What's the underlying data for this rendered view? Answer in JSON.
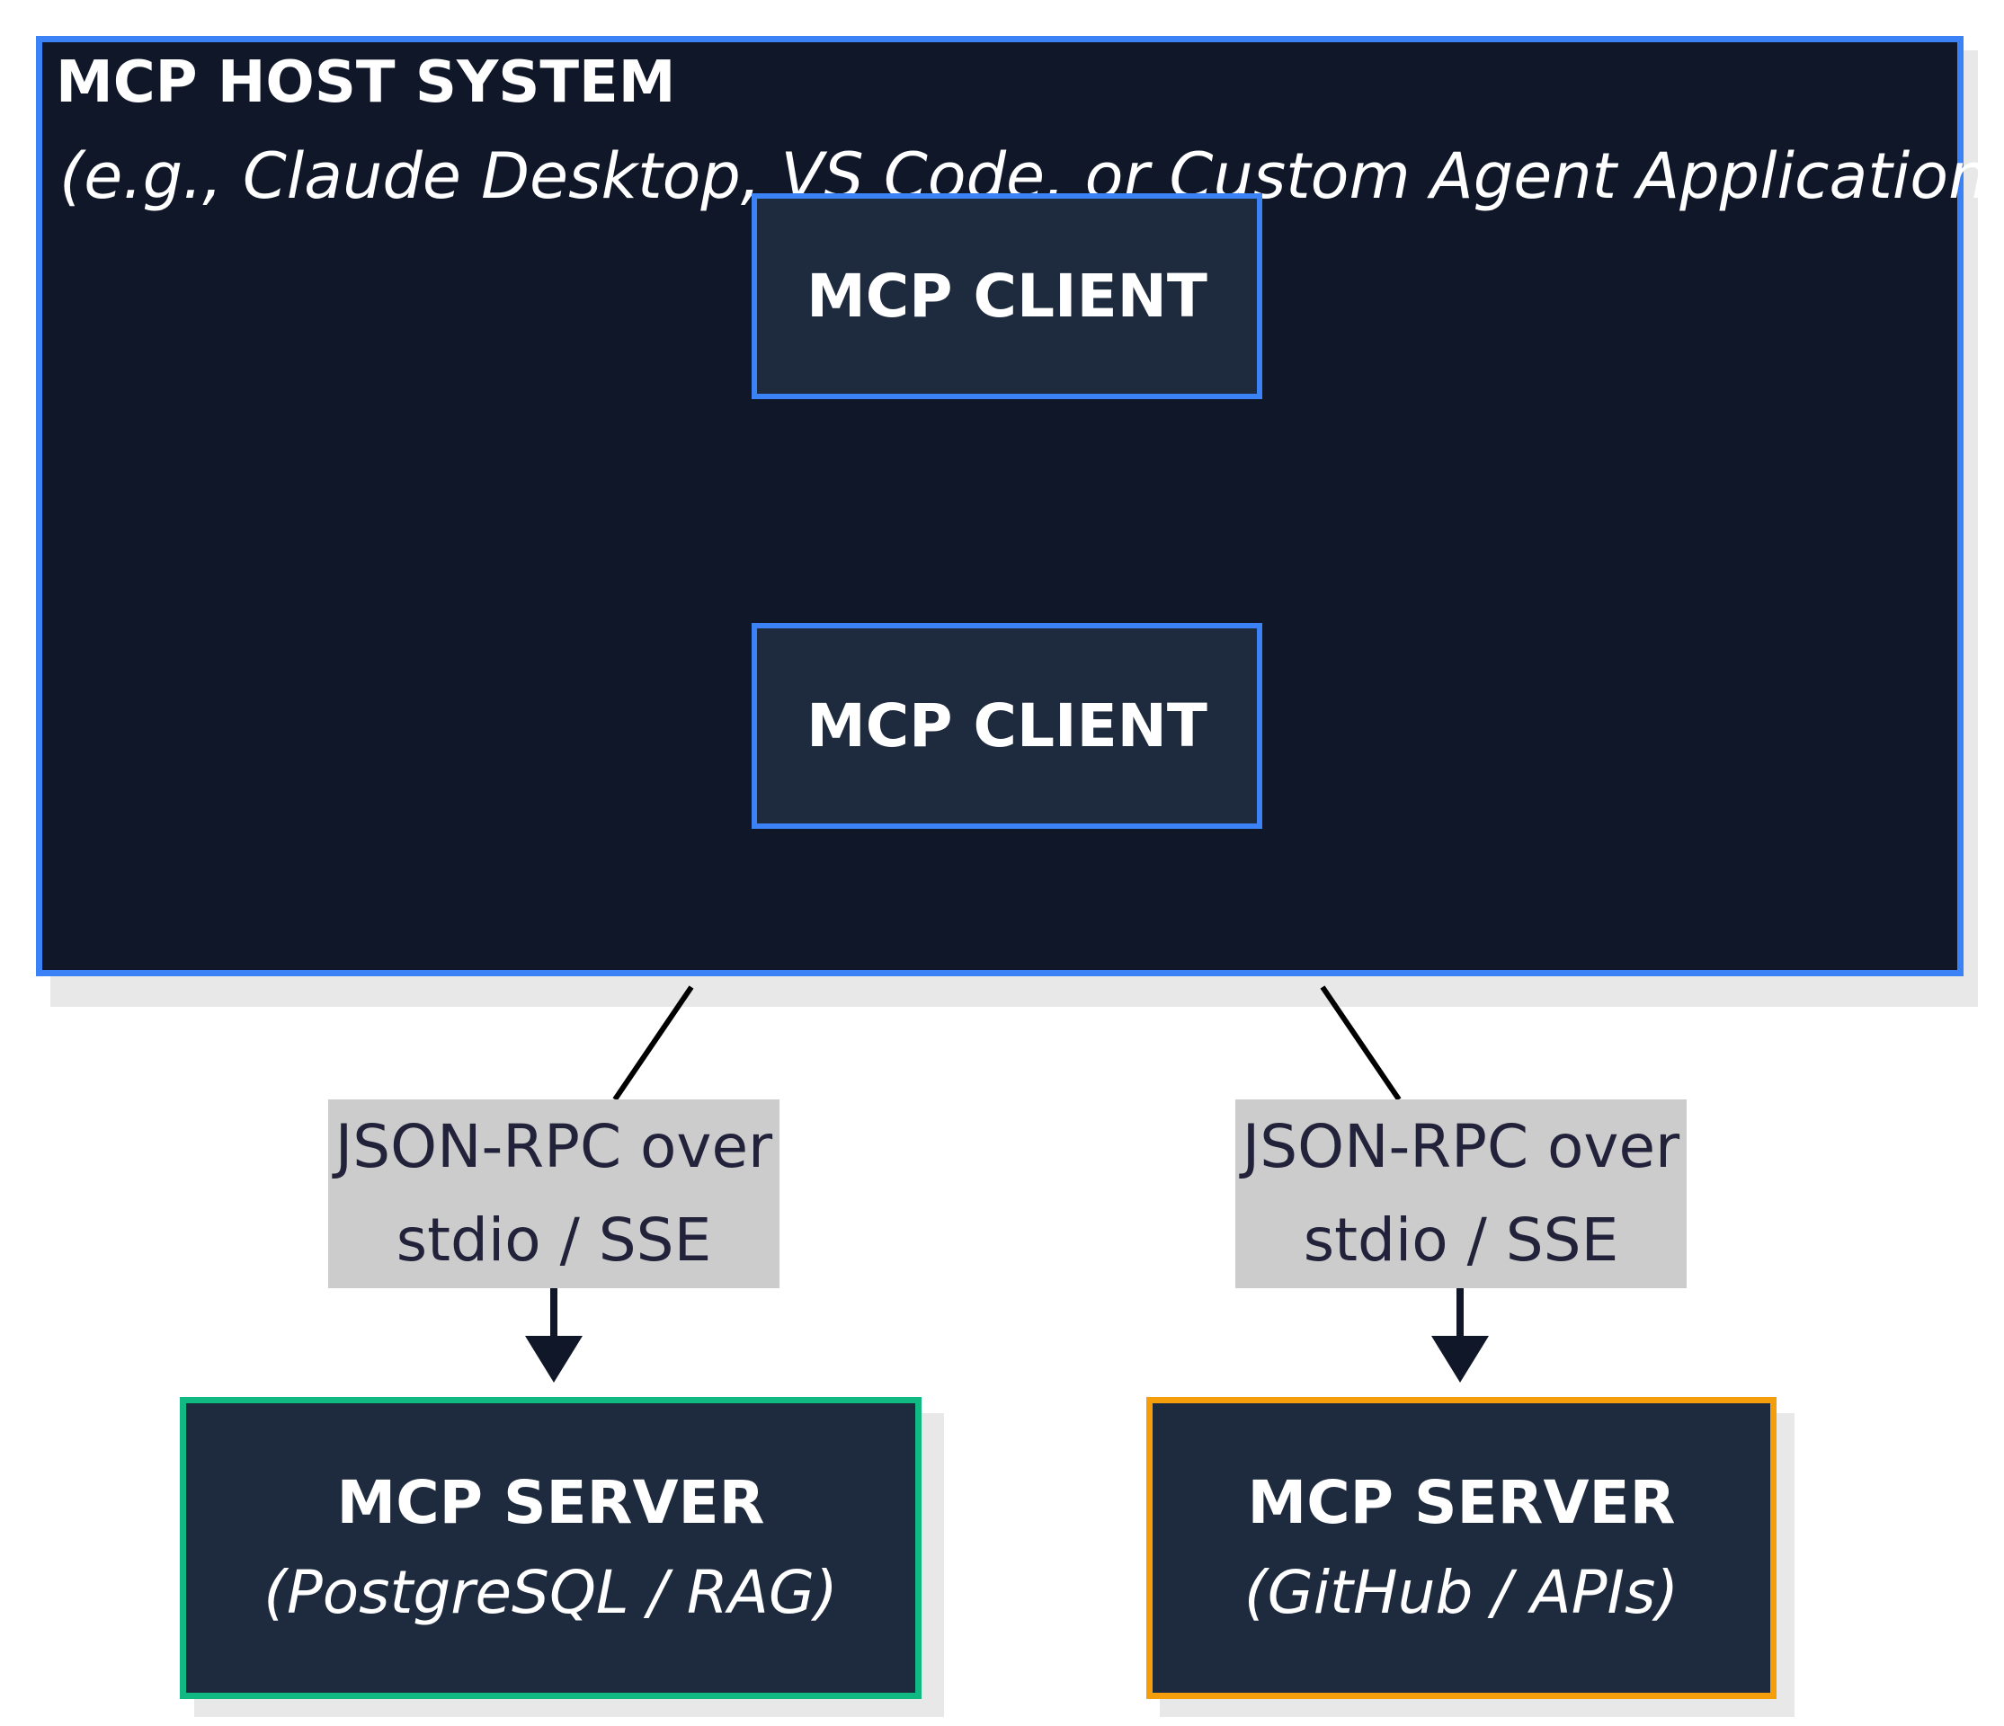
{
  "host": {
    "title": "MCP HOST SYSTEM",
    "subtitle": "(e.g., Claude Desktop, VS Code, or Custom Agent Application)",
    "border_color": "#3b82f6",
    "fill_color": "#0f1729"
  },
  "clients": [
    {
      "label": "MCP CLIENT"
    },
    {
      "label": "MCP CLIENT"
    }
  ],
  "edges": [
    {
      "line1": "JSON-RPC over",
      "line2": "stdio / SSE"
    },
    {
      "line1": "JSON-RPC over",
      "line2": "stdio / SSE"
    }
  ],
  "servers": [
    {
      "name": "MCP SERVER",
      "desc": "(PostgreSQL / RAG)",
      "border_color": "#10b981"
    },
    {
      "name": "MCP SERVER",
      "desc": "(GitHub / APIs)",
      "border_color": "#f59e0b"
    }
  ]
}
